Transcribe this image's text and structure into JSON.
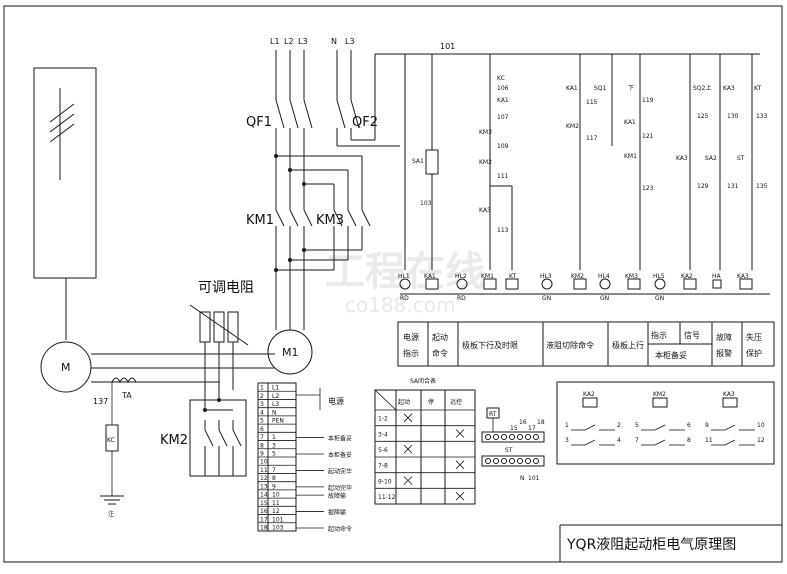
{
  "title": "YQR液阻起动柜电气原理图",
  "watermark": {
    "cn": "工程在线",
    "en": "co188.com"
  },
  "supply": {
    "l1": "L1",
    "l2": "L2",
    "l3": "L3",
    "n": "N",
    "l3b": "L3",
    "bus": "101"
  },
  "breakers": {
    "qf1": "QF1",
    "qf2": "QF2"
  },
  "contactors": {
    "km1": "KM1",
    "km3": "KM3",
    "km2": "KM2"
  },
  "resistor_label": "可调电阻",
  "motors": {
    "m1": "M1",
    "m": "M"
  },
  "ta": {
    "label": "TA",
    "wire": "137",
    "meter": "KC",
    "ground": "注"
  },
  "sa1": {
    "label": "SA1",
    "wire": "103"
  },
  "col3": [
    "KC",
    "106",
    "KA1",
    "107",
    "KM3",
    "109",
    "KM2",
    "111",
    "KA3",
    "113"
  ],
  "col_ka1": {
    "ka1": "KA1",
    "sq1": "SQ1",
    "w115": "115",
    "km2": "KM2",
    "w117": "117"
  },
  "col_down": {
    "down": "下",
    "w119": "119",
    "ka1": "KA1",
    "w121": "121",
    "km1": "KM1",
    "w123": "123"
  },
  "col_sq2": {
    "sq2": "SQ2上",
    "w125": "125",
    "ka3": "KA3",
    "w129": "129"
  },
  "col_ka3": {
    "ka3": "KA3",
    "w130": "130",
    "sa2": "SA2",
    "w131": "131"
  },
  "col_kt": {
    "kt": "KT",
    "w133": "133",
    "st": "ST",
    "w135": "135"
  },
  "loads": [
    {
      "top": "HL1",
      "sub": "RD"
    },
    {
      "top": "KA1",
      "sub": ""
    },
    {
      "top": "HL2",
      "sub": "RD"
    },
    {
      "top": "KM1",
      "sub": ""
    },
    {
      "top": "KT",
      "sub": ""
    },
    {
      "top": "HL3",
      "sub": "GN"
    },
    {
      "top": "KM2",
      "sub": ""
    },
    {
      "top": "HL4",
      "sub": "GN"
    },
    {
      "top": "KM3",
      "sub": ""
    },
    {
      "top": "HL5",
      "sub": "GN"
    },
    {
      "top": "KA2",
      "sub": ""
    },
    {
      "top": "HA",
      "sub": ""
    },
    {
      "top": "KA3",
      "sub": ""
    }
  ],
  "function_table": [
    {
      "l1": "电源",
      "l2": "指示"
    },
    {
      "l1": "起动",
      "l2": "命令"
    },
    {
      "l1": "极板下行及时限",
      "l2": ""
    },
    {
      "l1": "液阻切除命令",
      "l2": ""
    },
    {
      "l1": "极板上行",
      "l2": ""
    },
    {
      "l1": "指示",
      "l2": "本柜备妥",
      "extra": "信号"
    },
    {
      "l1": "故障",
      "l2": "报警"
    },
    {
      "l1": "失压",
      "l2": "保护"
    }
  ],
  "terminal_rows": [
    {
      "n": "1",
      "a": "L1",
      "d": ""
    },
    {
      "n": "2",
      "a": "L2",
      "d": ""
    },
    {
      "n": "3",
      "a": "L3",
      "d": ""
    },
    {
      "n": "4",
      "a": "N",
      "d": ""
    },
    {
      "n": "5",
      "a": "PEN",
      "d": ""
    },
    {
      "n": "6",
      "a": "",
      "d": ""
    },
    {
      "n": "7",
      "a": "1",
      "d": "本柜备妥"
    },
    {
      "n": "8",
      "a": "3",
      "d": ""
    },
    {
      "n": "9",
      "a": "5",
      "d": "本柜备妥"
    },
    {
      "n": "10",
      "a": "",
      "d": ""
    },
    {
      "n": "11",
      "a": "7",
      "d": "起动完毕"
    },
    {
      "n": "12",
      "a": "8",
      "d": ""
    },
    {
      "n": "13",
      "a": "9",
      "d": "起动完毕"
    },
    {
      "n": "14",
      "a": "10",
      "d": "故障输"
    },
    {
      "n": "15",
      "a": "11",
      "d": ""
    },
    {
      "n": "16",
      "a": "12",
      "d": "报障输"
    },
    {
      "n": "17",
      "a": "101",
      "d": ""
    },
    {
      "n": "18",
      "a": "103",
      "d": "起动命令"
    }
  ],
  "terminal_side_label": "电源",
  "sa_table": {
    "title": "SA闭合表",
    "headers": [
      "",
      "起动",
      "停",
      "远控"
    ],
    "rows": [
      {
        "k": "1-2",
        "m": [
          1,
          0,
          0
        ]
      },
      {
        "k": "3-4",
        "m": [
          0,
          0,
          1
        ]
      },
      {
        "k": "5-6",
        "m": [
          1,
          0,
          0
        ]
      },
      {
        "k": "7-8",
        "m": [
          0,
          0,
          1
        ]
      },
      {
        "k": "9-10",
        "m": [
          1,
          0,
          0
        ]
      },
      {
        "k": "11-12",
        "m": [
          0,
          0,
          1
        ]
      }
    ]
  },
  "st_block": {
    "rt": "RT",
    "st": "ST",
    "n": "N",
    "w101": "101",
    "nums": [
      "15",
      "16",
      "17",
      "18"
    ]
  },
  "contact_table": [
    {
      "coil": "KA2",
      "c1": "1",
      "c2": "2",
      "c3": "3",
      "c4": "4"
    },
    {
      "coil": "KM2",
      "c1": "5",
      "c2": "6",
      "c3": "7",
      "c4": "8"
    },
    {
      "coil": "KA3",
      "c1": "9",
      "c2": "10",
      "c3": "11",
      "c4": "12"
    }
  ]
}
